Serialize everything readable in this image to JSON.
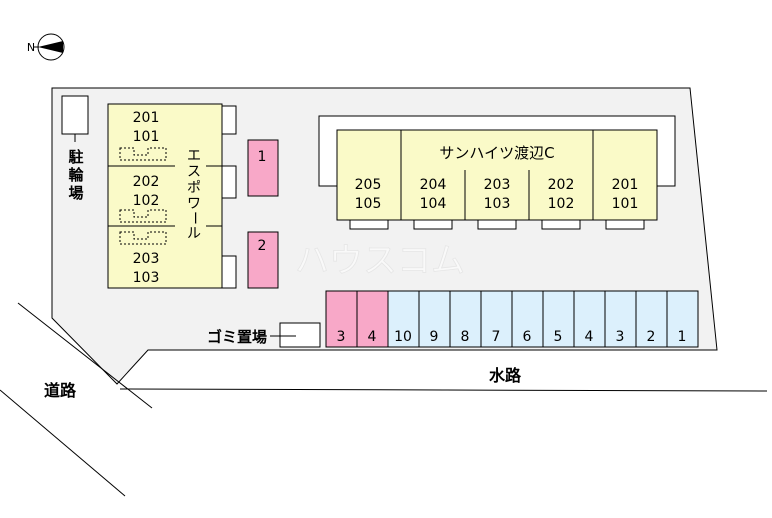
{
  "compass": {
    "label": "N"
  },
  "bicycle_parking": {
    "chars": [
      "駐",
      "輪",
      "場"
    ]
  },
  "building_west": {
    "name_chars": [
      "エ",
      "ス",
      "ポ",
      "ワ",
      "ー",
      "ル"
    ],
    "units": [
      {
        "upper": "201",
        "lower": "101"
      },
      {
        "upper": "202",
        "lower": "102"
      },
      {
        "upper": "203",
        "lower": "103"
      }
    ]
  },
  "building_east": {
    "name": "サンハイツ渡辺C",
    "units": [
      {
        "upper": "205",
        "lower": "105"
      },
      {
        "upper": "204",
        "lower": "104"
      },
      {
        "upper": "203",
        "lower": "103"
      },
      {
        "upper": "202",
        "lower": "102"
      },
      {
        "upper": "201",
        "lower": "101"
      }
    ]
  },
  "west_parking": [
    "1",
    "2"
  ],
  "parking_row": [
    "3",
    "4",
    "10",
    "9",
    "8",
    "7",
    "6",
    "5",
    "4",
    "3",
    "2",
    "1"
  ],
  "garbage": {
    "label": "ゴミ置場"
  },
  "waterway": {
    "label": "水路"
  },
  "road": {
    "label": "道路"
  },
  "watermark": "ハウスコム",
  "colors": {
    "site": "#f2f2f2",
    "building": "#fafac8",
    "pink": "#f8a8c8",
    "lightblue": "#dcf0fc"
  }
}
